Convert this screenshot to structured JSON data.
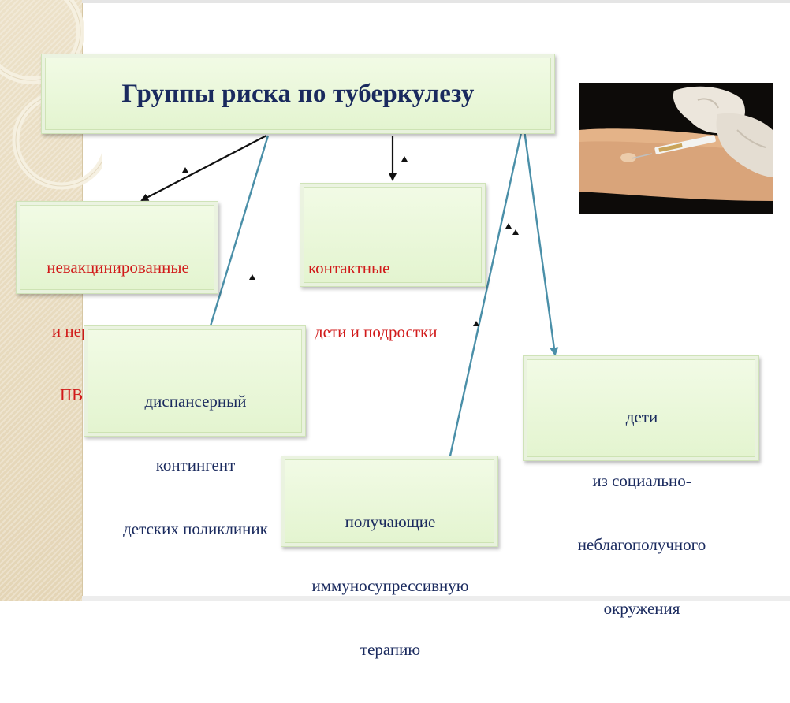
{
  "title": "Группы риска по туберкулезу",
  "colors": {
    "title": "#1a2a5e",
    "red_text": "#d11a1a",
    "navy_text": "#1a2a5e",
    "box_fill": "#e6f5d3",
    "arrow_black": "#111111",
    "arrow_teal": "#4a8fa8"
  },
  "groups": {
    "unvaccinated": [
      "невакцинированные",
      "и неразвившимися",
      "ПВ знаком БЦЖ"
    ],
    "contact": [
      "контактные",
      "дети и подростки"
    ],
    "dispensary": [
      "диспансерный",
      "контингент",
      "детских поликлиник"
    ],
    "immunosuppressive": [
      "получающие",
      "иммуносупрессивную",
      "терапию"
    ],
    "social": [
      "дети",
      "из социально-",
      "неблагополучного",
      "окружения"
    ]
  },
  "photo": {
    "description_icon": "injection-photo"
  }
}
